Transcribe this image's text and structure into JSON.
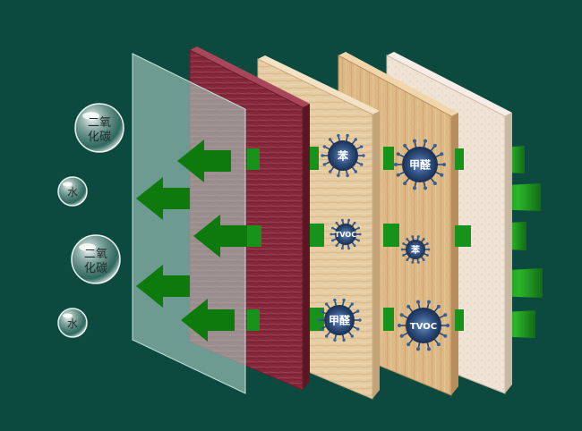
{
  "bubbles": [
    {
      "id": "co2-top",
      "line1": "二氧",
      "line2": "化碳"
    },
    {
      "id": "water-top",
      "line1": "水",
      "line2": ""
    },
    {
      "id": "co2-bottom",
      "line1": "二氧",
      "line2": "化碳"
    },
    {
      "id": "water-bottom",
      "line1": "水",
      "line2": ""
    }
  ],
  "pollutants": [
    {
      "id": "benzene-1",
      "label": "苯"
    },
    {
      "id": "formaldehyde-1",
      "label": "甲醛"
    },
    {
      "id": "tvoc-1",
      "label": "TVOC"
    },
    {
      "id": "benzene-2",
      "label": "苯"
    },
    {
      "id": "formaldehyde-2",
      "label": "甲醛"
    },
    {
      "id": "tvoc-2",
      "label": "TVOC"
    }
  ],
  "colors": {
    "background": "#0c4a40",
    "arrow_green": "#0e7a0e",
    "bar_green": "#1f9a1f",
    "layer_glass": "#8fb8ad",
    "layer_mahogany": "#8a2a3c",
    "layer_light_wood": "#e3c79c",
    "layer_oak": "#dcb888",
    "layer_white": "#ece0d4",
    "pollutant": "#2a4a74"
  }
}
